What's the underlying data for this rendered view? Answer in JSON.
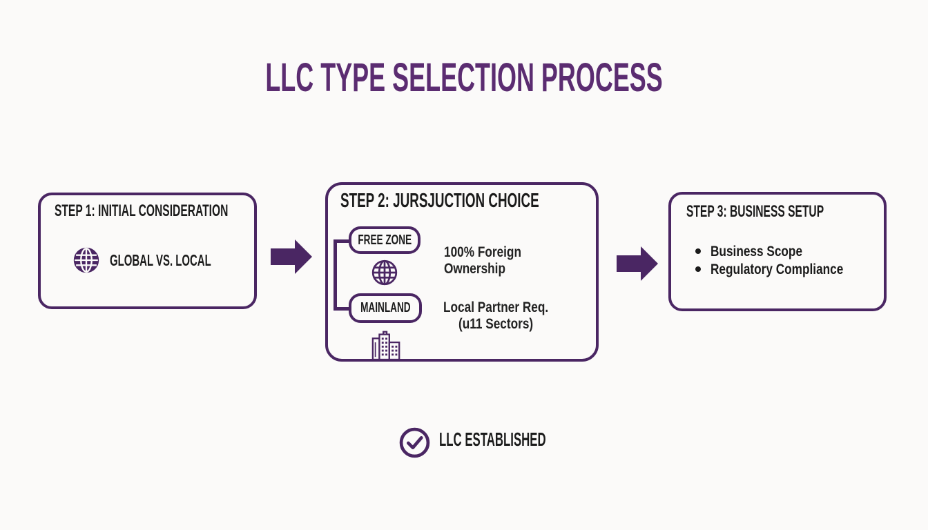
{
  "title": "LLC TYPE SELECTION PROCESS",
  "colors": {
    "accent_purple": "#4a2663",
    "title_purple": "#5b2c71",
    "text_black": "#1b1b1b",
    "background": "#fbfaf9"
  },
  "step1": {
    "header": "STEP 1: INITIAL CONSIDERATION",
    "icon": "globe-icon",
    "label": "GLOBAL VS. LOCAL"
  },
  "step2": {
    "header": "STEP 2: JURSJUCTION CHOICE",
    "options": [
      {
        "label": "FREE ZONE",
        "icon": "globe-icon",
        "note_lines": [
          "100% Foreign",
          "Ownership"
        ]
      },
      {
        "label": "MAINLAND",
        "icon": "building-icon",
        "note_lines": [
          "Local Partner Req.",
          "(u11 Sectors)"
        ]
      }
    ]
  },
  "step3": {
    "header": "STEP 3: BUSINESS SETUP",
    "bullets": [
      "Business Scope",
      "Regulatory Compliance"
    ]
  },
  "footer": {
    "icon": "check-circle-icon",
    "label": "LLC ESTABLISHED"
  }
}
